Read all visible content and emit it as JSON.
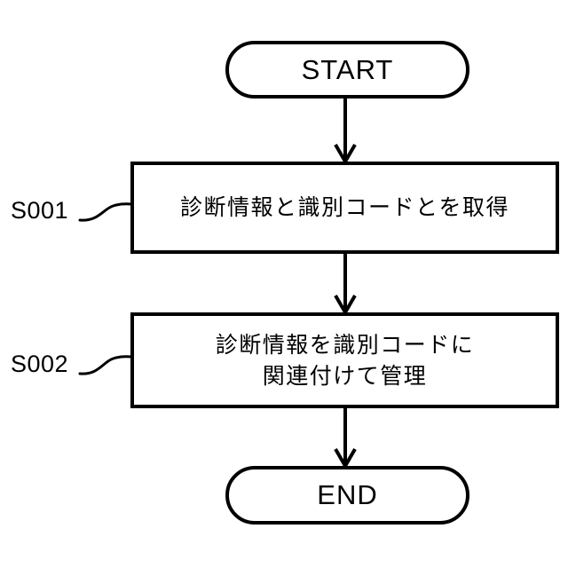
{
  "diagram": {
    "type": "flowchart",
    "orientation": "vertical",
    "background_color": "#ffffff",
    "line_color": "#000000",
    "nodes": [
      {
        "id": "start",
        "shape": "terminator",
        "label": "START"
      },
      {
        "id": "s001",
        "shape": "process",
        "label": "診断情報と識別コードとを取得",
        "step_code": "S001"
      },
      {
        "id": "s002",
        "shape": "process",
        "label": "診断情報を識別コードに\n関連付けて管理",
        "step_code": "S002"
      },
      {
        "id": "end",
        "shape": "terminator",
        "label": "END"
      }
    ],
    "connectors": [
      {
        "from": "start",
        "to": "s001",
        "arrow": "down"
      },
      {
        "from": "s001",
        "to": "s002",
        "arrow": "down"
      },
      {
        "from": "s002",
        "to": "end",
        "arrow": "down"
      }
    ],
    "leaders": [
      {
        "label": "S001",
        "target": "s001"
      },
      {
        "label": "S002",
        "target": "s002"
      }
    ]
  }
}
